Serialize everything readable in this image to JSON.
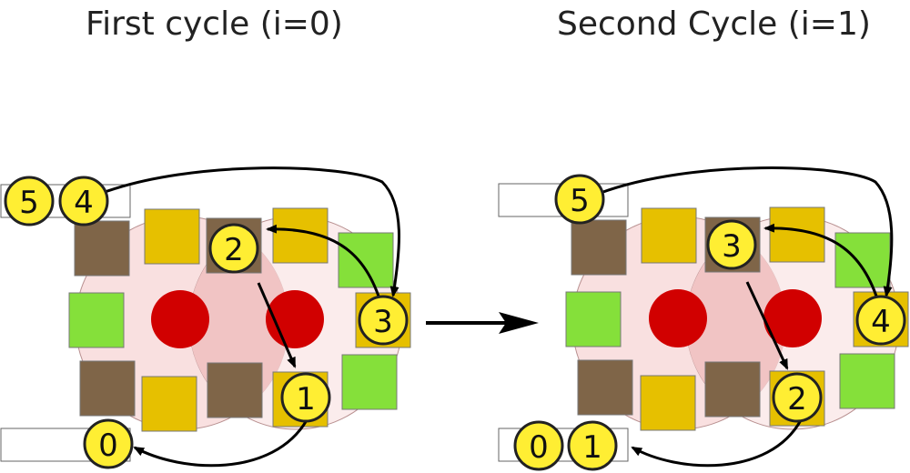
{
  "titles": {
    "left": "First cycle (i=0)",
    "right": "Second Cycle (i=1)"
  },
  "colors": {
    "brown": "#7f6548",
    "gold": "#e6c000",
    "green": "#85e03a",
    "red": "#d10000",
    "pink": "#f9e0e0",
    "overlap": "#f1c4c4",
    "token": "#ffee33"
  },
  "panels": [
    {
      "id": "first-cycle",
      "tokens": {
        "t0": "0",
        "t1": "1",
        "t2": "2",
        "t3": "3",
        "t4": "4",
        "t5": "5"
      }
    },
    {
      "id": "second-cycle",
      "tokens": {
        "t0": "0",
        "t1": "1",
        "t2": "2",
        "t3": "3",
        "t4": "4",
        "t5": "5"
      }
    }
  ]
}
